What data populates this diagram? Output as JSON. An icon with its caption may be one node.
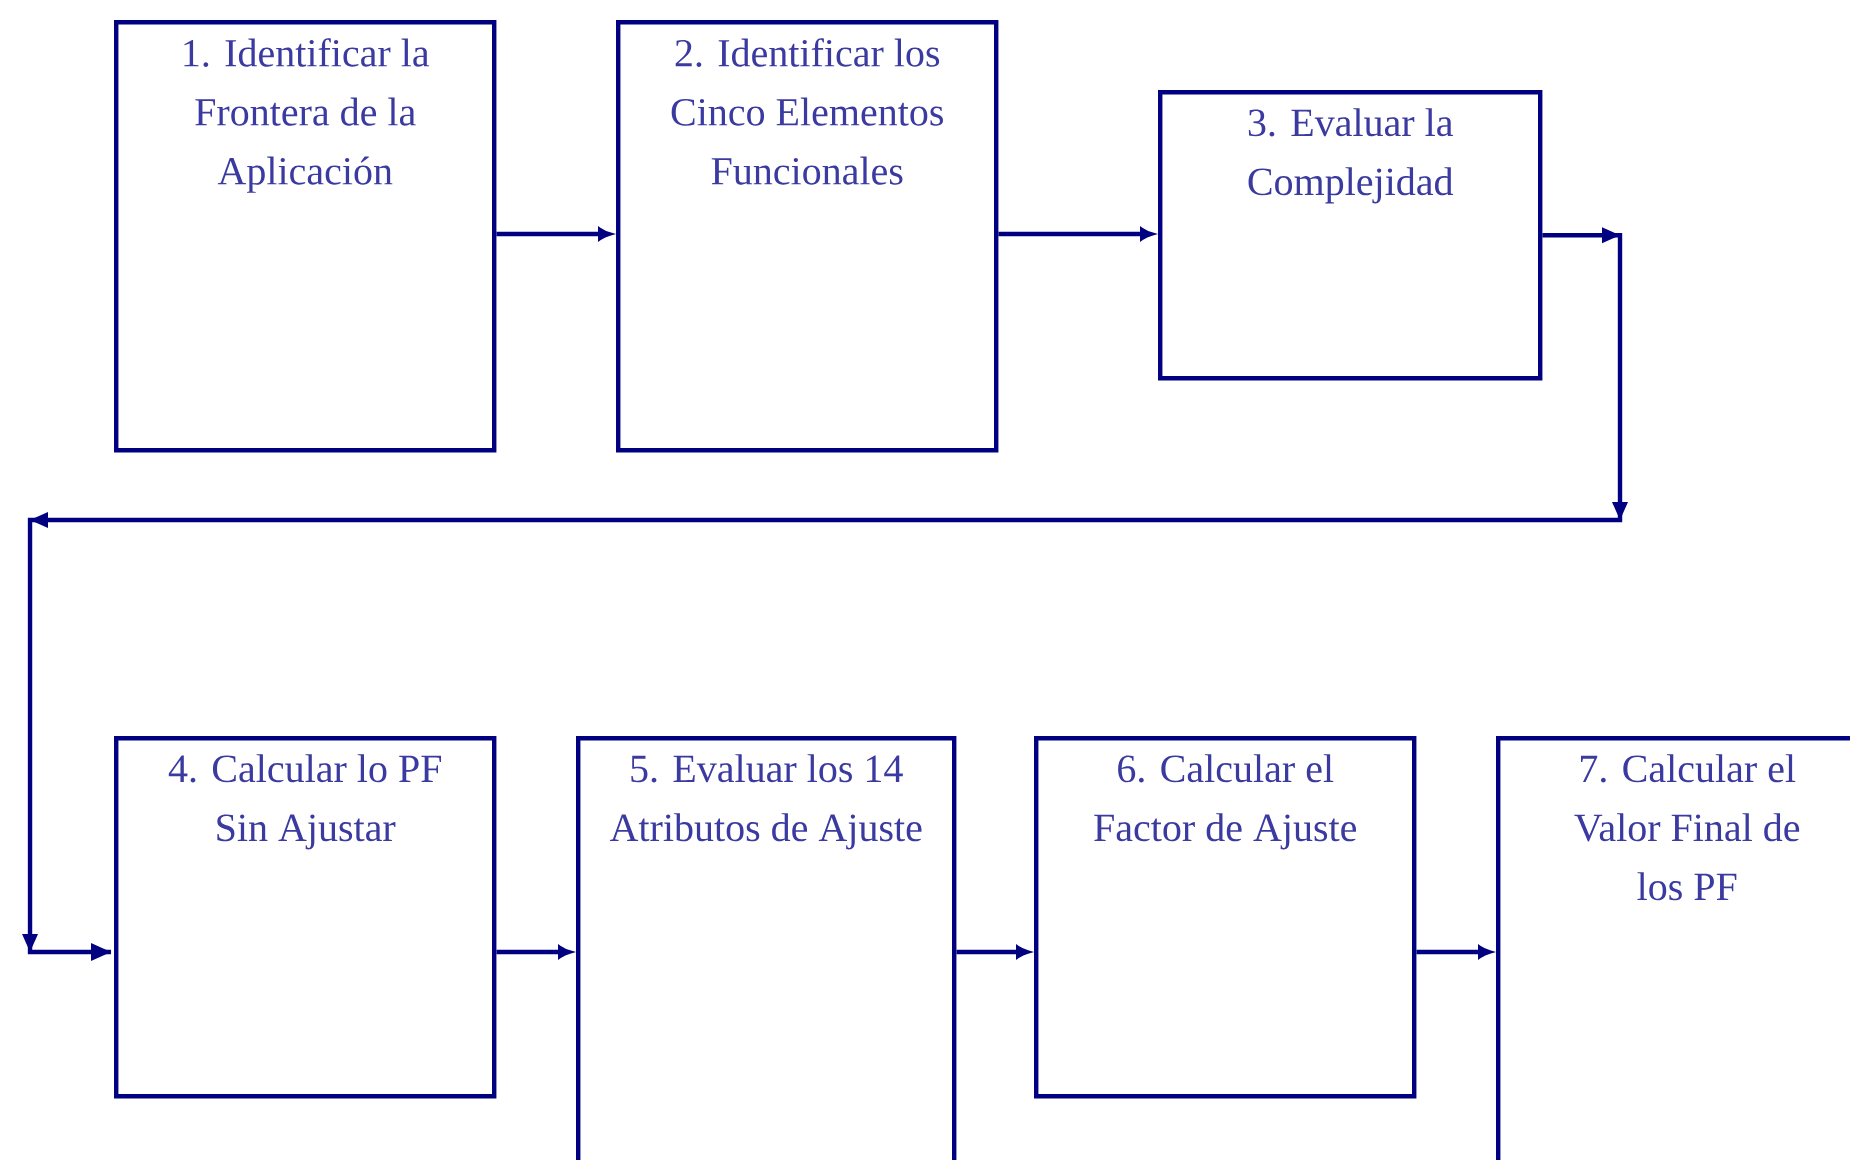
{
  "diagram": {
    "nodes": [
      {
        "text": [
          "1. Identificar la Frontera de la Aplicación"
        ]
      },
      {
        "text": [
          "2. Identificar los Cinco Elementos Funcionales"
        ]
      },
      {
        "text": [
          "3. Evaluar la Complejidad"
        ]
      },
      {
        "text": [
          "4. Calcular lo PF Sin Ajustar"
        ]
      },
      {
        "text": [
          "5. Evaluar los 14 Atributos de Ajuste"
        ]
      },
      {
        "text": [
          "6. Calcular el Factor de Ajuste"
        ]
      },
      {
        "text": [
          "7. Calcular el Valor Final de los PF"
        ]
      }
    ],
    "edges": [
      {
        "from": 0,
        "to": 1,
        "arrow": "to"
      },
      {
        "from": 1,
        "to": 2,
        "arrow": "to"
      },
      {
        "from": 2,
        "to": 3,
        "arrow": "to"
      },
      {
        "from": 3,
        "to": 4,
        "arrow": "to"
      },
      {
        "from": 4,
        "to": 5,
        "arrow": "to"
      },
      {
        "from": 5,
        "to": 6,
        "arrow": "to"
      }
    ]
  }
}
